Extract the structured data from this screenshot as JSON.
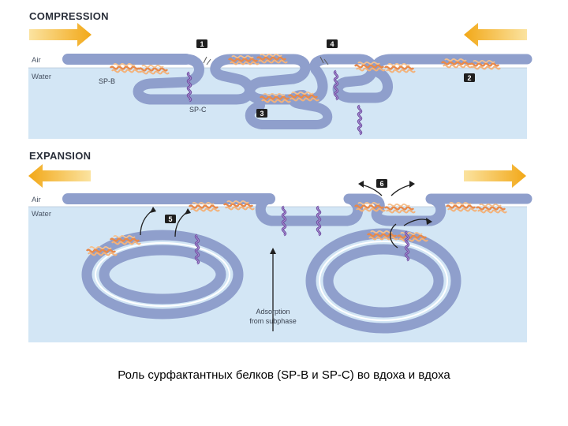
{
  "panels": {
    "compression": {
      "title": "COMPRESSION",
      "air": "Air",
      "water": "Water",
      "sp_b": "SP-B",
      "sp_c": "SP-C",
      "steps": [
        "1",
        "4",
        "2",
        "3"
      ]
    },
    "expansion": {
      "title": "EXPANSION",
      "air": "Air",
      "water": "Water",
      "steps": [
        "5",
        "6"
      ],
      "adsorption_line1": "Adsorption",
      "adsorption_line2": "from subphase"
    }
  },
  "caption": "Роль сурфактантных белков (SP-B и SP-C) во вдоха и вдоха",
  "colors": {
    "water": "#d3e6f5",
    "monolayer": "#8f9fcc",
    "protein_b": "#f0a060",
    "protein_c": "#7a5aa8",
    "arrow": "#f2b02a",
    "badge": "#1f1f1f"
  }
}
